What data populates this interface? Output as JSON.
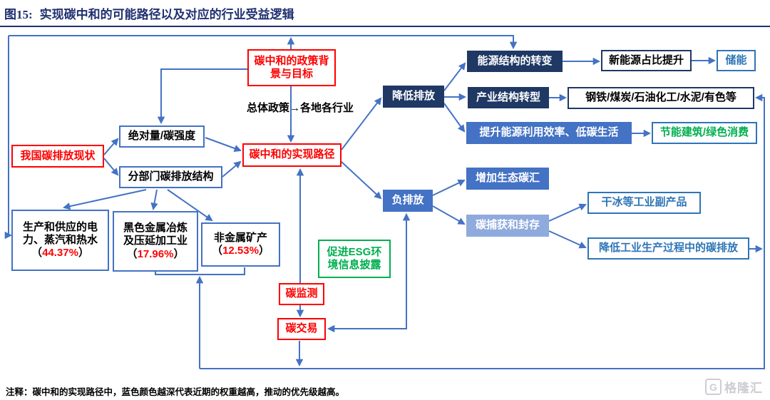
{
  "header": {
    "figure_label": "图15:",
    "title": "实现碳中和的可能路径以及对应的行业受益逻辑"
  },
  "nodes": {
    "policy_background": {
      "label": "碳中和的政策背景与目标"
    },
    "overall_policy": {
      "label": "总体政策→各地各行业"
    },
    "emission_status": {
      "label": "我国碳排放现状"
    },
    "absolute_intensity": {
      "label": "绝对量/碳强度"
    },
    "sector_structure": {
      "label": "分部门碳排放结构"
    },
    "realization_path": {
      "label": "碳中和的实现路径"
    },
    "reduce_emissions": {
      "label": "降低排放"
    },
    "negative_emissions": {
      "label": "负排放"
    },
    "energy_transition": {
      "label": "能源结构的转变"
    },
    "new_energy_share": {
      "label": "新能源占比提升"
    },
    "energy_storage": {
      "label": "储能"
    },
    "industrial_transition": {
      "label": "产业结构转型"
    },
    "heavy_industries": {
      "label": "钢铁/煤炭/石油化工/水泥/有色等"
    },
    "efficiency_lowcarbon": {
      "label": "提升能源利用效率、低碳生活"
    },
    "green_building": {
      "label": "节能建筑/绿色消费"
    },
    "eco_carbon_sink": {
      "label": "增加生态碳汇"
    },
    "carbon_capture": {
      "label": "碳捕获和封存"
    },
    "dry_ice": {
      "label": "干冰等工业副产品"
    },
    "industrial_process": {
      "label": "降低工业生产过程中的碳排放"
    },
    "power_supply": {
      "label": "生产和供应的电力、蒸汽和热水",
      "paren_open": "（",
      "percent": "44.37%",
      "paren_close": "）"
    },
    "ferrous_metal": {
      "label": "黑色金属冶炼及压延加工业",
      "paren_open": "（",
      "percent": "17.96%",
      "paren_close": "）"
    },
    "nonmetal_mineral": {
      "label": "非金属矿产",
      "paren_open": "（",
      "percent": "12.53%",
      "paren_close": "）"
    },
    "esg_disclosure": {
      "label": "促进ESG环境信息披露"
    },
    "carbon_monitoring": {
      "label": "碳监测"
    },
    "carbon_trading": {
      "label": "碳交易"
    }
  },
  "footer": {
    "note": "注释：碳中和的实现路径中，蓝色颜色越深代表近期的权重越高，推动的优先级越高。",
    "logo_mark": "G",
    "logo_text": "格隆汇"
  },
  "colors": {
    "title_navy": "#1f3070",
    "connector_blue": "#4472c4",
    "navy_fill": "#1f3864",
    "blue_fill": "#4472c4",
    "light_blue_fill": "#8faadc",
    "red": "#fe0000",
    "green": "#00af50",
    "blue_text": "#2e75b6",
    "logo_gray": "#cdcdd2"
  }
}
